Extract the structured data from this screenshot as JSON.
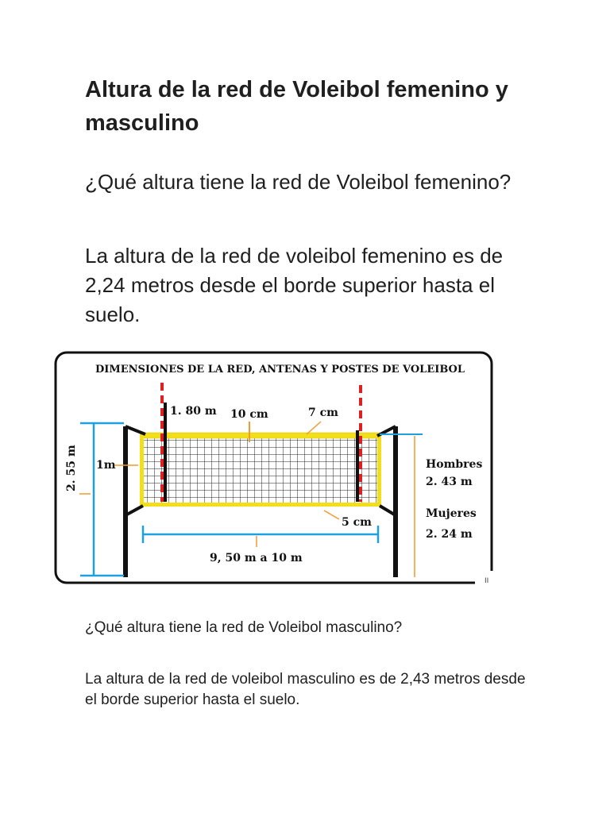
{
  "document": {
    "title": "Altura de la red de Voleibol femenino y masculino",
    "question_women": "¿Qué altura tiene la red de Voleibol femenino?",
    "answer_women": "La altura de la red de voleibol femenino es de 2,24 metros desde el borde superior hasta el suelo.",
    "question_men": "¿Qué altura tiene la red de Voleibol masculino?",
    "answer_men": "La altura de la red de voleibol masculino es de 2,43 metros desde el borde superior hasta el suelo."
  },
  "diagram": {
    "heading": "DIMENSIONES DE LA RED, ANTENAS Y POSTES DE VOLEIBOL",
    "antenna_height": "1. 80 m",
    "top_band": "10 cm",
    "side_band": "7 cm",
    "net_width": "1m",
    "post_height": "2. 55 m",
    "bottom_band": "5 cm",
    "length": "9, 50 m a 10 m",
    "men_label": "Hombres",
    "men_height": "2. 43 m",
    "women_label": "Mujeres",
    "women_height": "2. 24 m",
    "corner_mark": "II",
    "colors": {
      "net_band": "#f2df1a",
      "dimension_line": "#1ea0e0",
      "arrow": "#f29a2e",
      "antenna": "#e02020",
      "post": "#111111"
    }
  }
}
